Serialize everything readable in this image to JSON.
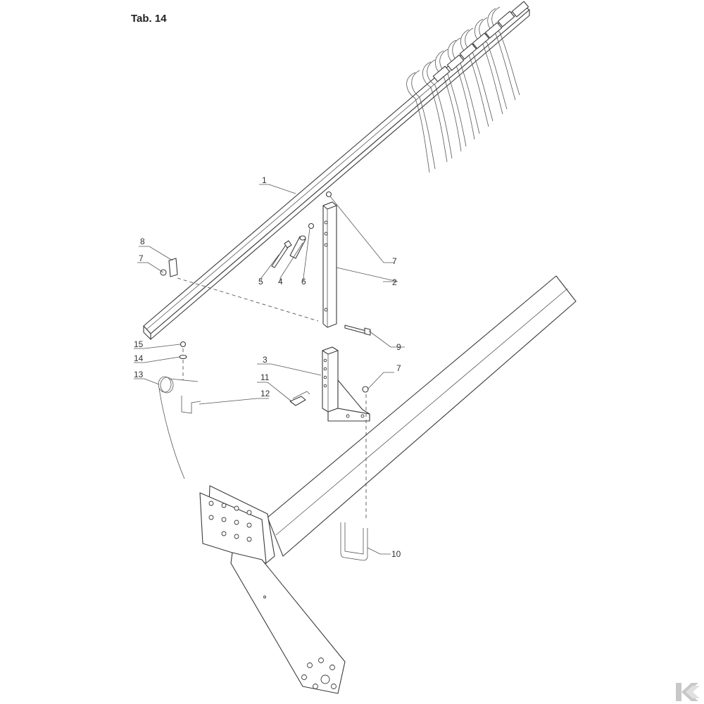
{
  "title": "Tab. 14",
  "callouts": [
    {
      "id": "c1",
      "text": "1"
    },
    {
      "id": "c2",
      "text": "2"
    },
    {
      "id": "c3",
      "text": "3"
    },
    {
      "id": "c4",
      "text": "4"
    },
    {
      "id": "c5",
      "text": "5"
    },
    {
      "id": "c6",
      "text": "6"
    },
    {
      "id": "c7a",
      "text": "7"
    },
    {
      "id": "c7b",
      "text": "7"
    },
    {
      "id": "c7c",
      "text": "7"
    },
    {
      "id": "c8",
      "text": "8"
    },
    {
      "id": "c9",
      "text": "9"
    },
    {
      "id": "c10",
      "text": "10"
    },
    {
      "id": "c11",
      "text": "11"
    },
    {
      "id": "c12",
      "text": "12"
    },
    {
      "id": "c13",
      "text": "13"
    },
    {
      "id": "c14",
      "text": "14"
    },
    {
      "id": "c15",
      "text": "15"
    }
  ],
  "logo_icon": "brand-k-logo-icon",
  "colors": {
    "line": "#3a3a3a",
    "logo": "#c8c8c8"
  }
}
